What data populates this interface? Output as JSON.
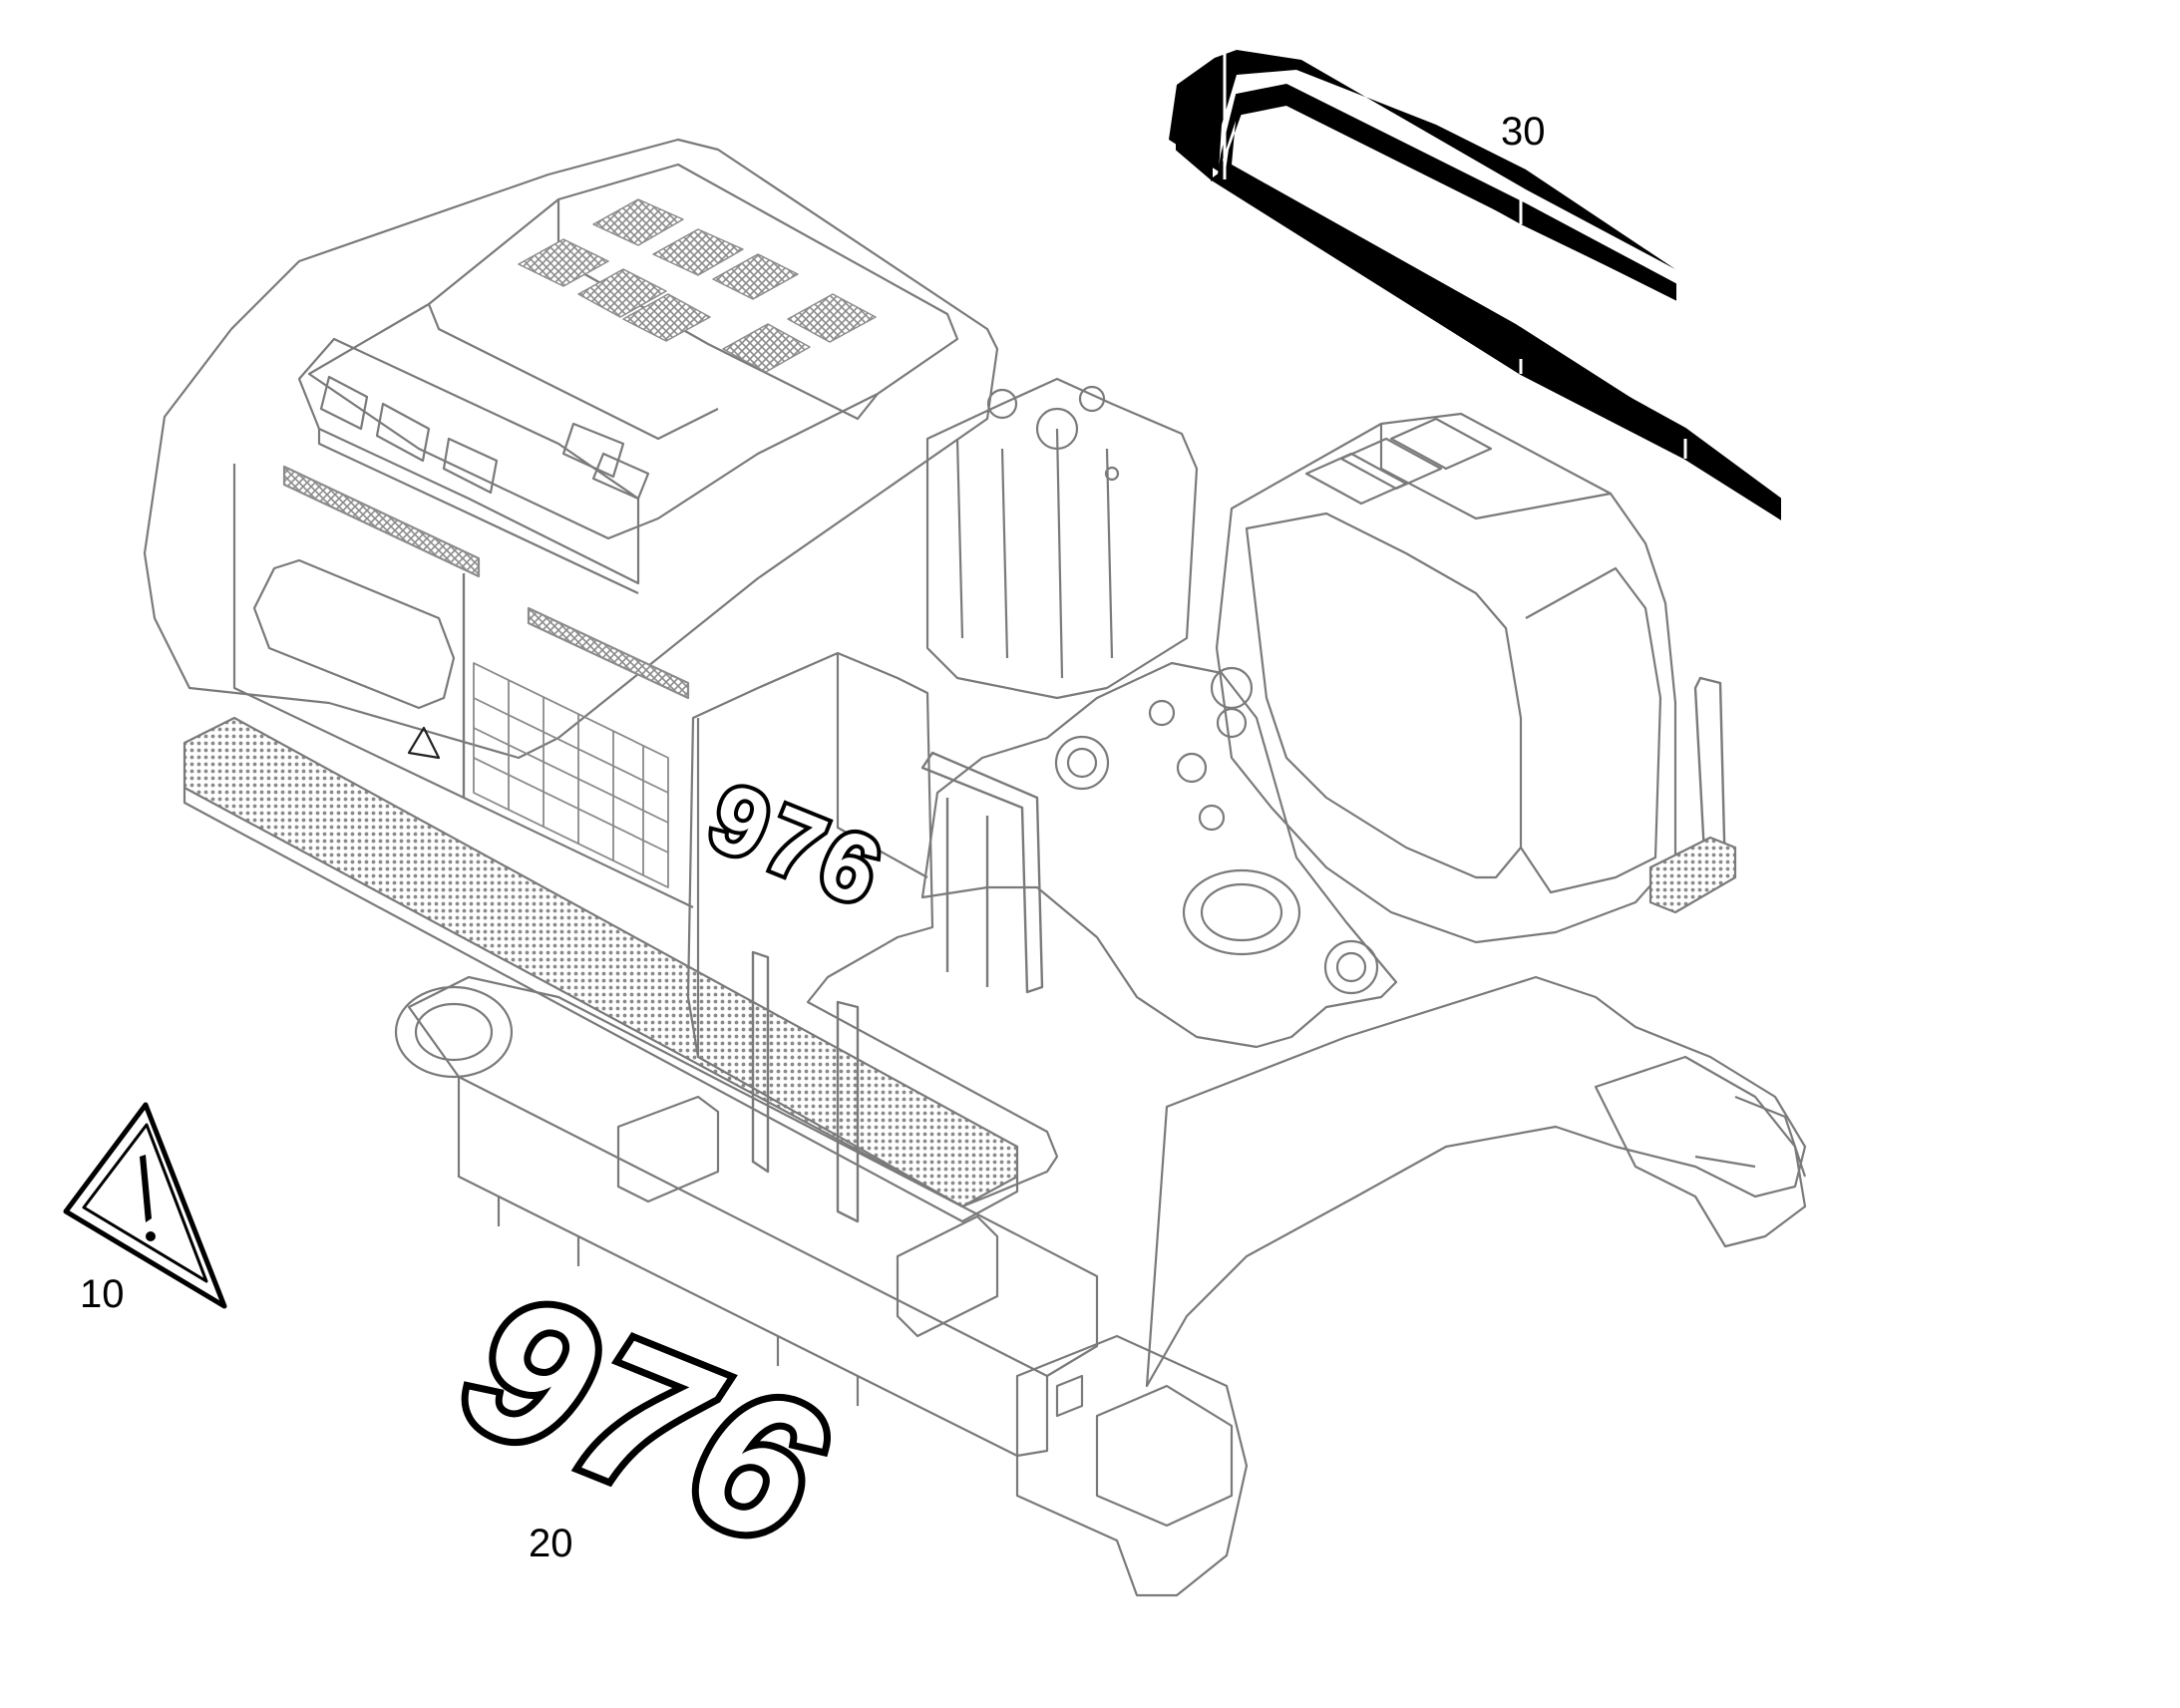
{
  "diagram": {
    "machine_model_label": "976",
    "callouts": [
      {
        "id": "10",
        "part": "warning-triangle-decal"
      },
      {
        "id": "20",
        "part": "model-number-decal-976"
      },
      {
        "id": "30",
        "part": "cab-window-stripe-decal"
      }
    ],
    "decal_20_text": "976",
    "colors": {
      "line": "#7a7a7a",
      "ink": "#000000",
      "paper": "#ffffff",
      "grille": "#9a9a9a"
    }
  }
}
